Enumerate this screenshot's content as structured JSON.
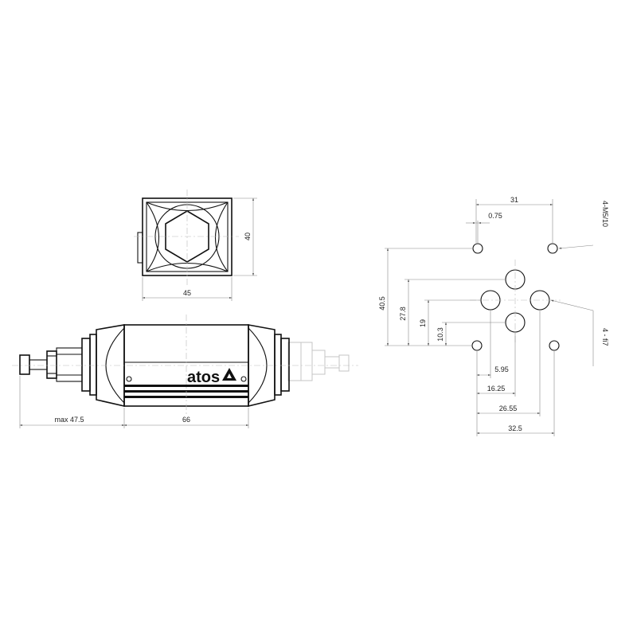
{
  "top_view": {
    "width_dim": "45",
    "height_dim": "40"
  },
  "side_view": {
    "left_dim": "max 47.5",
    "body_dim": "66",
    "logo_text": "atos"
  },
  "mounting_pattern": {
    "top_dim_31": "31",
    "top_dim_075": "0.75",
    "thread_label": "4-M5/10",
    "hole_label": "4 - fi7",
    "vert_405": "40.5",
    "vert_278": "27.8",
    "vert_19": "19",
    "vert_103": "10.3",
    "bottom_595": "5.95",
    "bottom_1625": "16.25",
    "bottom_2655": "26.55",
    "bottom_325": "32.5"
  }
}
